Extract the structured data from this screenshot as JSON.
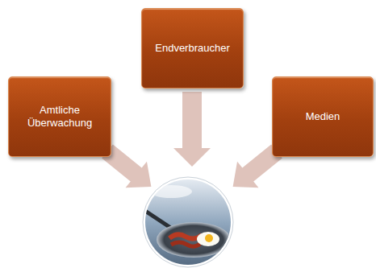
{
  "diagram": {
    "nodes": [
      {
        "text": [
          "Amtliche Überwachung"
        ]
      },
      {
        "text": [
          "Endverbraucher"
        ]
      },
      {
        "text": [
          "Medien"
        ]
      }
    ]
  }
}
